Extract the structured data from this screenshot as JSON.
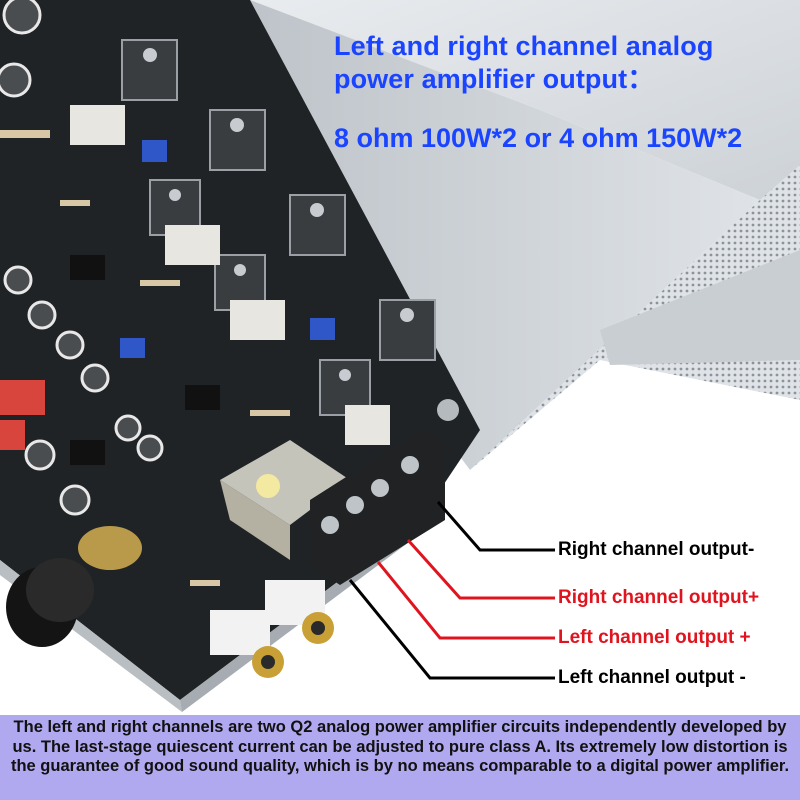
{
  "title": "Left and right channel analog power amplifier output：",
  "spec": "8 ohm 100W*2 or 4 ohm 150W*2",
  "labels": [
    {
      "text": "Right channel output-",
      "color": "#000000"
    },
    {
      "text": "Right channel output+",
      "color": "#e0141e"
    },
    {
      "text": "Left channel output +",
      "color": "#e0141e"
    },
    {
      "text": "Left channel output -",
      "color": "#000000"
    }
  ],
  "footer": "The left and right channels are two Q2 analog power amplifier circuits independently developed by us. The last-stage quiescent current can be adjusted to pure class A. Its extremely low distortion is the guarantee of good sound quality, which is by no means comparable to a digital power amplifier.",
  "colors": {
    "heading": "#1a44ff",
    "footer_bg": "#b1a9f0",
    "wire_red": "#e0141e",
    "wire_black": "#000000"
  }
}
